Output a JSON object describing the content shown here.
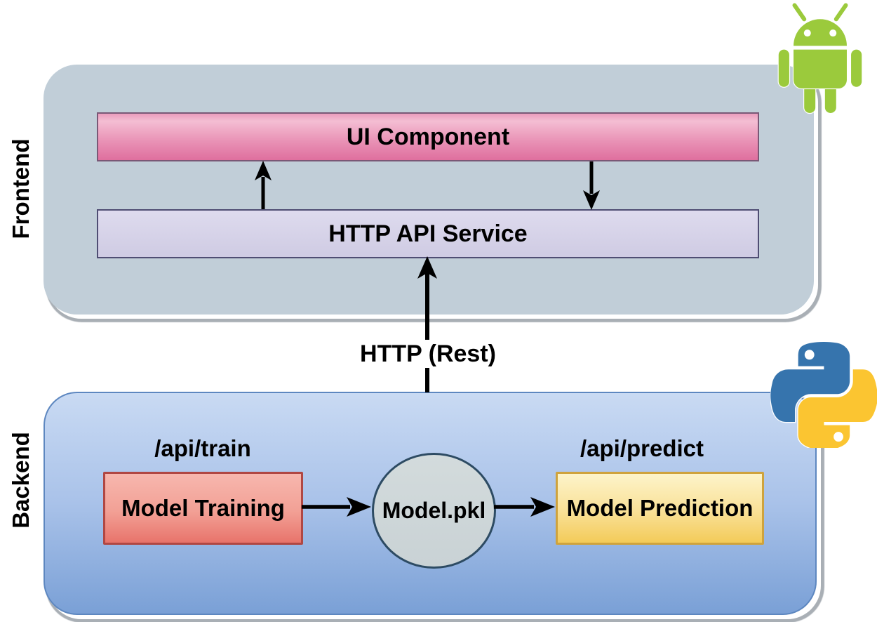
{
  "title": "Frontend / Backend machine-learning app architecture diagram",
  "colors": {
    "page-bg": "#ffffff",
    "shadow": "#a9afb5",
    "label-text": "#000000",
    "arrow": "#000000",
    "frontend-panel": "#c1ced8",
    "backend-top": "#c9daf3",
    "backend-bottom": "#7aa0d6",
    "backend-border": "#5d87c0",
    "ui-bar-top": "#eb9cbd",
    "ui-bar-light": "#f4bed3",
    "ui-bar-bottom": "#df6f9e",
    "ui-bar-border": "#7a5876",
    "http-bar-top": "#dedbee",
    "http-bar-bottom": "#cfcbe3",
    "http-bar-border": "#4f4d73",
    "training-top": "#f7b7ae",
    "training-bottom": "#e8746b",
    "training-border": "#b04743",
    "prediction-top": "#fdf4ca",
    "prediction-bottom": "#f3cb59",
    "prediction-border": "#cfa33d",
    "pkl-fill": "#c9d2d5",
    "pkl-border": "#2d4b63",
    "android-green": "#9bca3c",
    "python-blue": "#3674ad",
    "python-yellow": "#fbc531"
  },
  "frontend": {
    "side_label": "Frontend",
    "ui_component": "UI Component",
    "http_api_service": "HTTP API Service"
  },
  "connection": {
    "label": "HTTP (Rest)"
  },
  "backend": {
    "side_label": "Backend",
    "api_train": "/api/train",
    "model_training": "Model Training",
    "model_pkl": "Model.pkl",
    "api_predict": "/api/predict",
    "model_prediction": "Model Prediction"
  },
  "icons": {
    "top_right": "android-logo",
    "backend_corner": "python-logo"
  }
}
